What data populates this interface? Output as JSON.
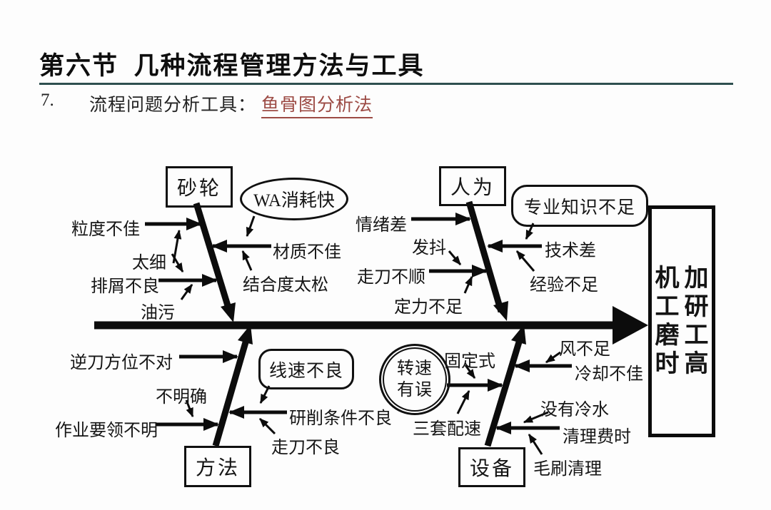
{
  "header": {
    "title": "第六节  几种流程管理方法与工具",
    "rule_color": "#2e4f4f",
    "item_number": "7.",
    "item_label": "流程问题分析工具：",
    "item_link": "鱼骨图分析法",
    "link_color": "#9c4a44"
  },
  "diagram": {
    "effect_box": {
      "rows": [
        "机加",
        "工研",
        "磨工",
        "时高"
      ]
    },
    "branch_boxes": {
      "top_left": "砂轮",
      "top_right": "人为",
      "bottom_left": "方法",
      "bottom_right": "设备"
    },
    "top_left": {
      "cause1": "粒度不佳",
      "cause1_sub": "太细",
      "cause2": "排屑不良",
      "cause2_sub": "油污",
      "cause3": "材质不佳",
      "cause3_note": "WA消耗快",
      "cause3_sub": "结合度太松"
    },
    "top_right": {
      "cause1": "情绪差",
      "cause2": "走刀不顺",
      "cause2_sub1": "发抖",
      "cause2_sub2": "定力不足",
      "cause3": "技术差",
      "cause3_note": "专业知识不足",
      "cause3_sub": "经验不足"
    },
    "bottom_left": {
      "cause1": "逆刀方位不对",
      "cause2": "作业要领不明",
      "cause2_sub": "不明确",
      "cause3": "研削条件不良",
      "cause3_note": "线速不良",
      "cause3_sub": "走刀不良"
    },
    "bottom_right": {
      "cause1_line1": "转速",
      "cause1_line2": "有误",
      "cause1_sub1": "固定式",
      "cause1_sub2": "三套配速",
      "cause2": "冷却不佳",
      "cause2_sub": "风不足",
      "cause3": "清理费时",
      "cause3_sub1": "没有冷水",
      "cause3_sub2": "毛刷清理"
    }
  }
}
